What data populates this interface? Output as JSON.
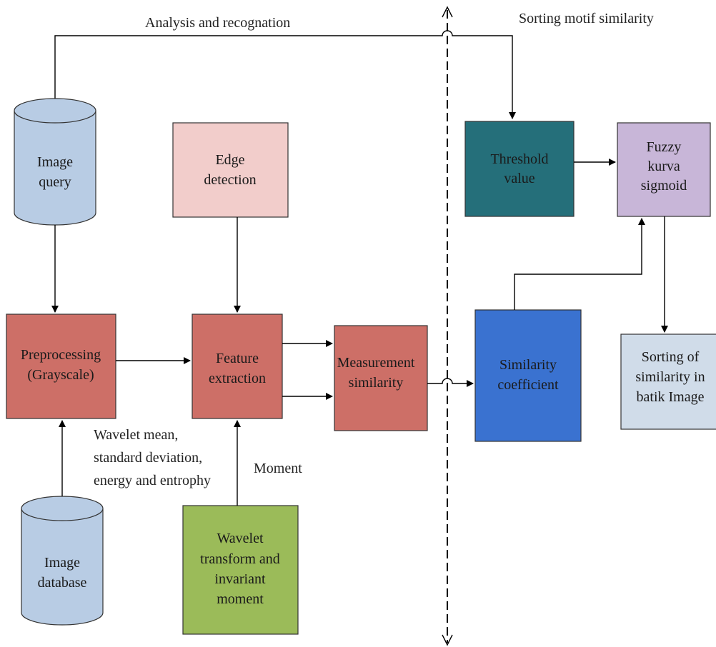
{
  "labels": {
    "top_left": "Analysis and recognation",
    "top_right": "Sorting motif similarity",
    "wavelet_stats": [
      "Wavelet mean,",
      "standard deviation,",
      "energy and entrophy"
    ],
    "moment": "Moment"
  },
  "nodes": {
    "image_query": [
      "Image",
      "query"
    ],
    "image_database": [
      "Image",
      "database"
    ],
    "preprocessing": [
      "Preprocessing",
      "(Grayscale)"
    ],
    "edge_detection": [
      "Edge",
      "detection"
    ],
    "feature_extraction": [
      "Feature",
      "extraction"
    ],
    "wavelet_transform": [
      "Wavelet",
      "transform and",
      "invariant",
      "moment"
    ],
    "measurement_similarity": [
      "Measurement",
      "similarity"
    ],
    "similarity_coefficient": [
      "Similarity",
      "coefficient"
    ],
    "threshold_value": [
      "Threshold",
      "value"
    ],
    "fuzzy_sigmoid": [
      "Fuzzy",
      "kurva",
      "sigmoid"
    ],
    "sorting_result": [
      "Sorting of",
      "similarity in",
      "batik Image"
    ]
  },
  "colors": {
    "cylinder": "#b8cce4",
    "red_box": "#cd6f67",
    "pink_box": "#f2cdcb",
    "green_box": "#9bbb59",
    "blue_box": "#3a72d0",
    "teal_box": "#256f7a",
    "purple_box": "#c8b6d8",
    "lightblue_box": "#d0dce9"
  }
}
